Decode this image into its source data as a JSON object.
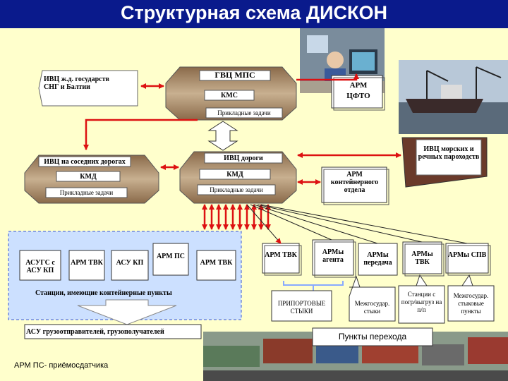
{
  "title": "Структурная схема ДИСКОН",
  "nodes": {
    "ivc_zhd": "ИВЦ ж.д. государств СНГ и Балтии",
    "gvc_mps": "ГВЦ МПС",
    "kms": "КМС",
    "prikladnye_top": "Прикладные задачи",
    "arm_cfto": "АРМ ЦФТО",
    "ivc_sosed": "ИВЦ на соседних дорогах",
    "kmd_left": "КМД",
    "prikladnye_left": "Прикладные задачи",
    "ivc_dorogi": "ИВЦ дороги",
    "kmd_center": "КМД",
    "prikladnye_center": "Прикладные задачи",
    "arm_konteyner": "АРМ контейнерного отдела",
    "ivc_morskih": "ИВЦ морских и речных пароходств",
    "asu_gs": "АСУГС с АСУ КП",
    "arm_tvk_1": "АРМ ТВК",
    "asu_kp": "АСУ КП",
    "arm_ps": "АРМ ПС",
    "arm_tvk_2": "АРМ ТВК",
    "stancii": "Станции, имеющие контейнерные пункты",
    "asu_gruz": "АСУ грузоотправителей, грузополучателей",
    "arm_ps_note": "АРМ ПС- приёмосдатчика",
    "arm_tvk_r": "АРМ ТВК",
    "army_agenta": "АРМы агента",
    "army_peredacha": "АРМы передача",
    "army_tvk": "АРМы ТВК",
    "army_spv": "АРМы СПВ",
    "priport": "ПРИПОРТОВЫЕ СТЫКИ",
    "mezhgos_1": "Межгосудар. стыки",
    "stancii_pogr": "Станции с погр/выгруз на п/п",
    "mezhgos_2": "Межгосудар. стыковые пункты",
    "punkty": "Пункты перехода"
  },
  "colors": {
    "title_bar": "#0a1a8c",
    "background": "#ffffcc",
    "arrow": "#dd1111",
    "octagon": "#a98a6a",
    "dashed_box": "#cce0ff"
  }
}
